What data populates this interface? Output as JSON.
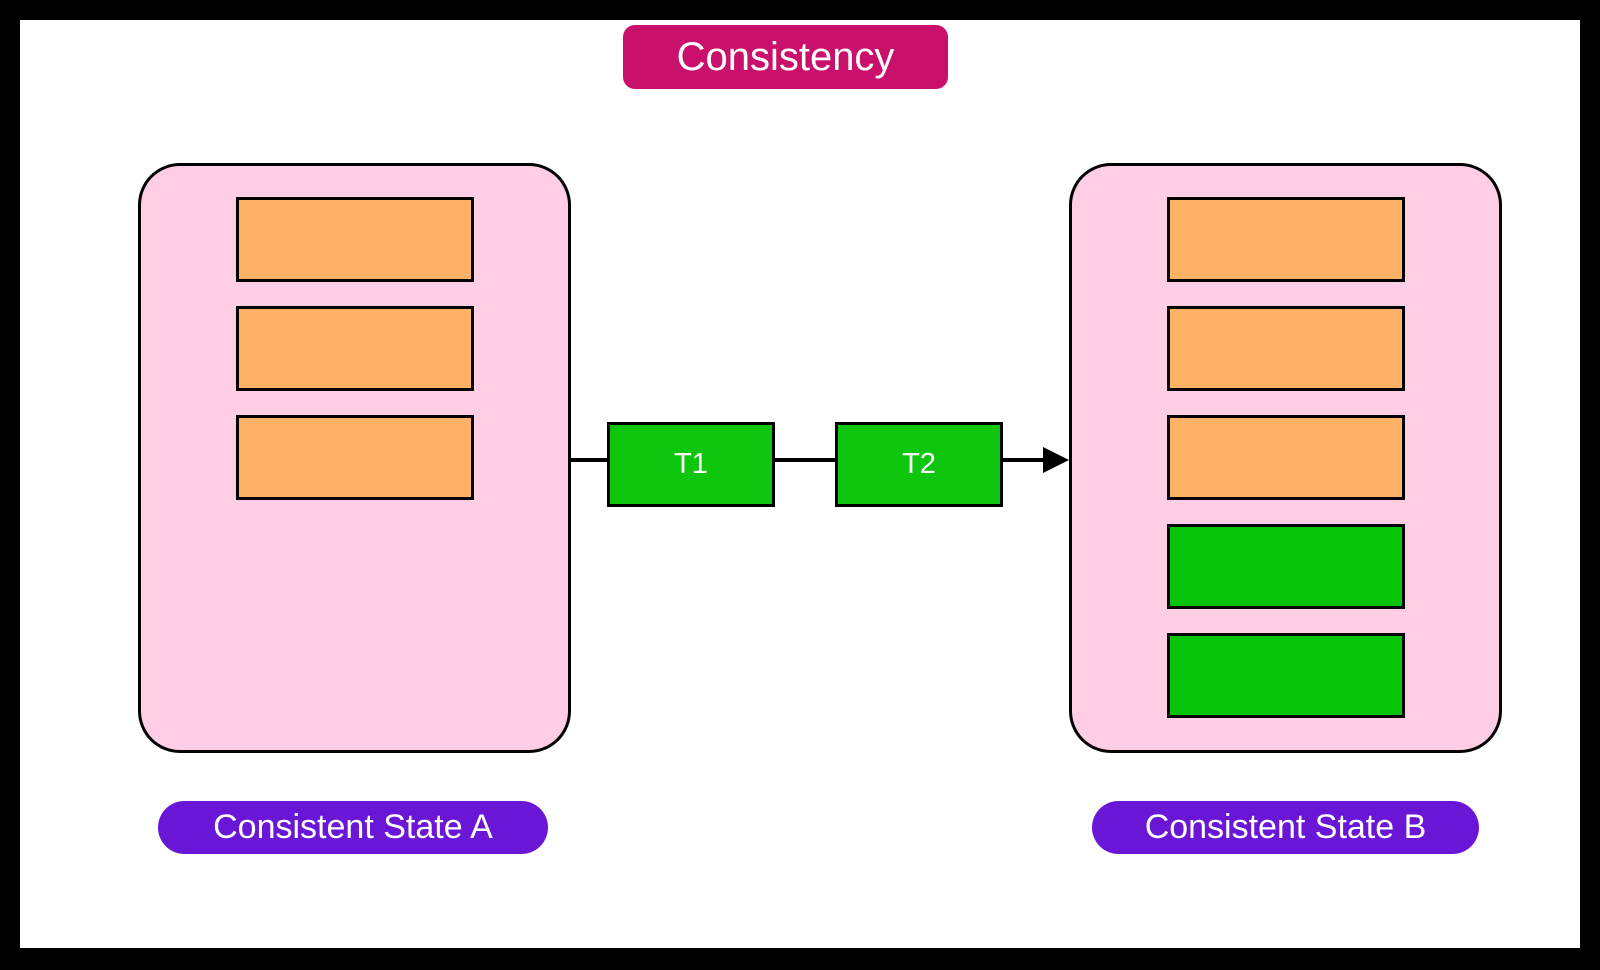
{
  "title": {
    "label": "Consistency"
  },
  "colors": {
    "frame": "#000000",
    "background": "#FFFFFF",
    "title_badge": "#C9106B",
    "state_container": "#FFCDE4",
    "data_row_orange": "#FFB266",
    "data_row_green": "#08C408",
    "transaction_green": "#0EC60E",
    "state_label_purple": "#6A16D6",
    "text_white": "#FFFFFF"
  },
  "states": {
    "a": {
      "label": "Consistent State A",
      "rows": [
        {
          "type": "orange"
        },
        {
          "type": "orange"
        },
        {
          "type": "orange"
        }
      ]
    },
    "b": {
      "label": "Consistent State B",
      "rows": [
        {
          "type": "orange"
        },
        {
          "type": "orange"
        },
        {
          "type": "orange"
        },
        {
          "type": "green"
        },
        {
          "type": "green"
        }
      ]
    }
  },
  "transactions": [
    {
      "label": "T1"
    },
    {
      "label": "T2"
    }
  ]
}
